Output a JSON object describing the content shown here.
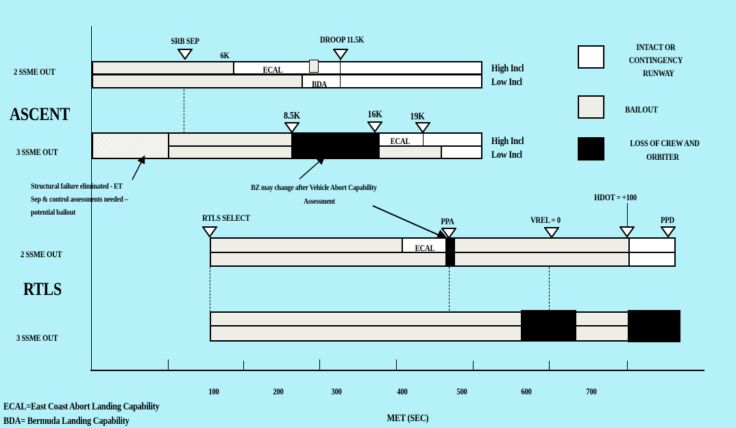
{
  "ascent": {
    "title": "ASCENT",
    "row_2ssme": "2 SSME OUT",
    "row_3ssme": "3 SSME OUT",
    "markers_2ssme": {
      "srb_sep": "SRB SEP",
      "six_k": "6K",
      "droop": "DROOP 11.5K",
      "ecal": "ECAL",
      "bda": "BDA"
    },
    "markers_3ssme": {
      "k85": "8.5K",
      "k16": "16K",
      "k19": "19K",
      "ecal": "ECAL"
    },
    "high_incl": "High Incl",
    "low_incl": "Low Incl"
  },
  "notes": {
    "structural": [
      "Structural failure eliminated - ET",
      "Sep & control assessments needed –",
      "potential bailout"
    ],
    "bz": [
      "BZ may change after Vehicle Abort Capability",
      "Assessment"
    ]
  },
  "rtls": {
    "title": "RTLS",
    "row_2ssme": "2 SSME OUT",
    "row_3ssme": "3 SSME OUT",
    "markers": {
      "rtls_select": "RTLS SELECT",
      "ppa": "PPA",
      "vrel": "VREL = 0",
      "hdot": "HDOT = +100",
      "ppd": "PPD",
      "ecal": "ECAL"
    }
  },
  "legend": {
    "intact": [
      "INTACT OR",
      "CONTINGENCY",
      "RUNWAY"
    ],
    "bailout": "BAILOUT",
    "loss": [
      "LOSS OF CREW AND",
      "ORBITER"
    ]
  },
  "axis": {
    "ticks": [
      "100",
      "200",
      "300",
      "400",
      "500",
      "600",
      "700"
    ],
    "label": "MET (SEC)"
  },
  "footnotes": [
    "ECAL=East Coast Abort Landing Capability",
    "BDA= Bermuda Landing Capability"
  ],
  "colors": {
    "background": "#b4f1f8",
    "bailout": "#eeede6",
    "intact": "#ffffff",
    "loss": "#000000"
  }
}
